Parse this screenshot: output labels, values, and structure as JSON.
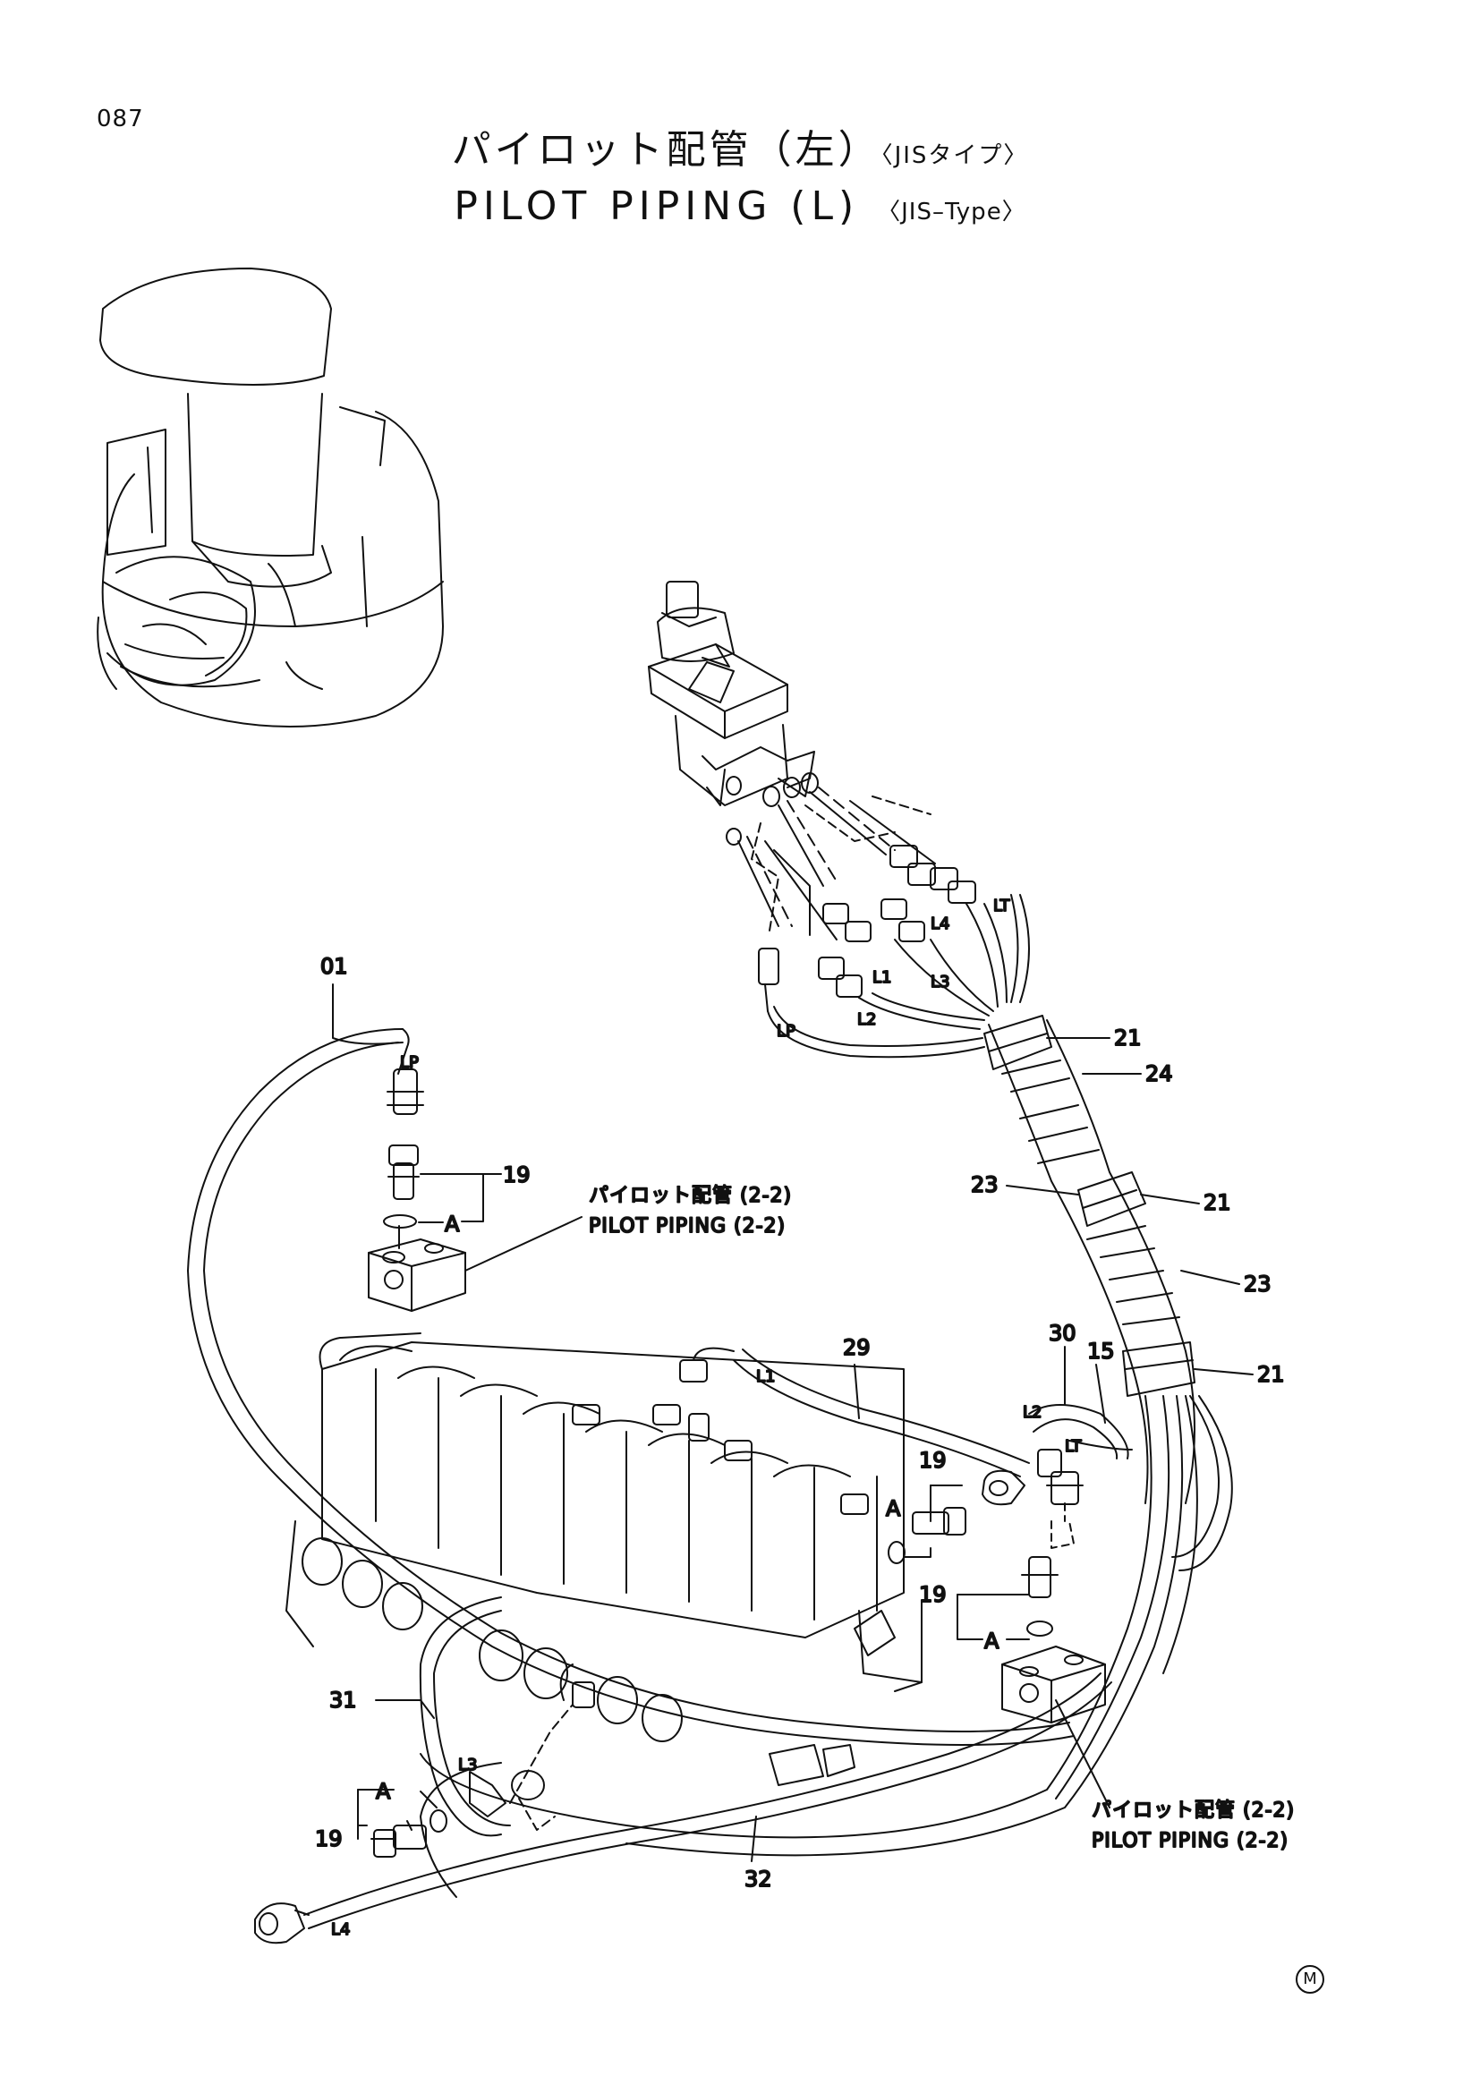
{
  "page_number": "087",
  "title": {
    "jp_main": "パイロット配管（左）",
    "jp_sub": "〈JISタイプ〉",
    "en_main": "PILOT PIPING (L)",
    "en_sub": "〈JIS–Type〉"
  },
  "callouts": {
    "c01": "01",
    "c19a": "19",
    "c19b": "19",
    "c19c": "19",
    "c19d": "19",
    "c21a": "21",
    "c21b": "21",
    "c21c": "21",
    "c23a": "23",
    "c23b": "23",
    "c24": "24",
    "c29": "29",
    "c30": "30",
    "c15": "15",
    "c31": "31",
    "c32": "32"
  },
  "detail_marks": {
    "a1": "A",
    "a2": "A",
    "a3": "A",
    "a4": "A"
  },
  "ports": {
    "lp_top": "LP",
    "lp_valve": "LP",
    "lt_valve": "LT",
    "l4_valve": "L4",
    "l1_valve": "L1",
    "l3_valve": "L3",
    "l2_valve": "L2",
    "l1_pipe": "L1",
    "l2_pipe": "L2",
    "lt_pipe": "LT",
    "l3_pipe": "L3",
    "l4_pipe": "L4"
  },
  "references": {
    "ref1_jp": "パイロット配管 (2-2)",
    "ref1_en": "PILOT PIPING (2-2)",
    "ref2_jp": "パイロット配管 (2-2)",
    "ref2_en": "PILOT PIPING (2-2)"
  },
  "corner_mark": "M"
}
